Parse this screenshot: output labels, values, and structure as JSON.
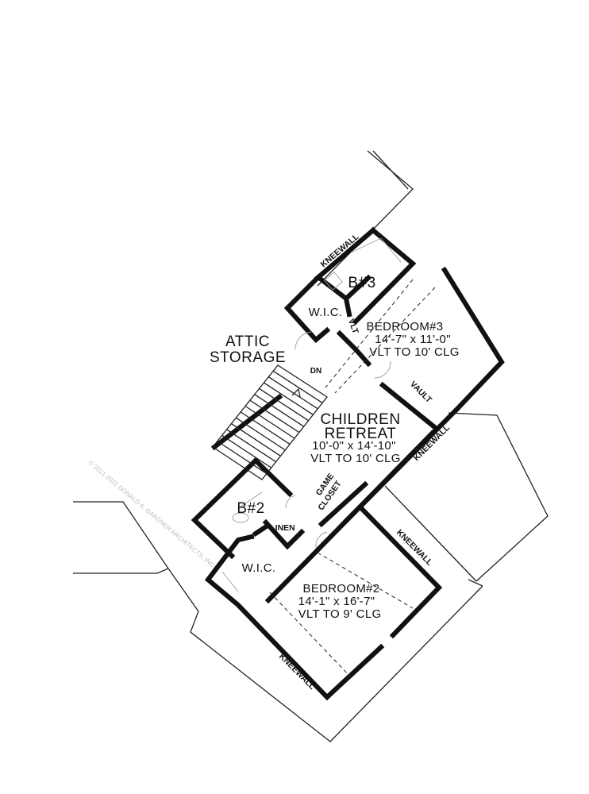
{
  "rooms": {
    "attic": {
      "line1": "ATTIC",
      "line2": "STORAGE"
    },
    "bedroom3": {
      "name": "BEDROOM#3",
      "dims": "14'-7\" x 11'-0\"",
      "ceiling": "VLT TO 10' CLG"
    },
    "children_retreat": {
      "line1": "CHILDREN",
      "line2": "RETREAT",
      "dims": "10'-0\" x 14'-10\"",
      "ceiling": "VLT TO 10' CLG"
    },
    "bedroom2": {
      "name": "BEDROOM#2",
      "dims": "14'-1\" x 16'-7\"",
      "ceiling": "VLT TO 9' CLG"
    },
    "bath3": "B#3",
    "bath2": "B#2",
    "wic_upper": "W.I.C.",
    "wic_lower": "W.I.C.",
    "linen": "LINEN",
    "game_closet": {
      "line1": "GAME",
      "line2": "CLOSET"
    }
  },
  "annotations": {
    "kneewall": "KNEEWALL",
    "vault": "VAULT",
    "vlt": "VLT",
    "dn": "DN",
    "copyright": "© 2021-2022 DONALD A. GARDNER ARCHITECTS, INC."
  }
}
